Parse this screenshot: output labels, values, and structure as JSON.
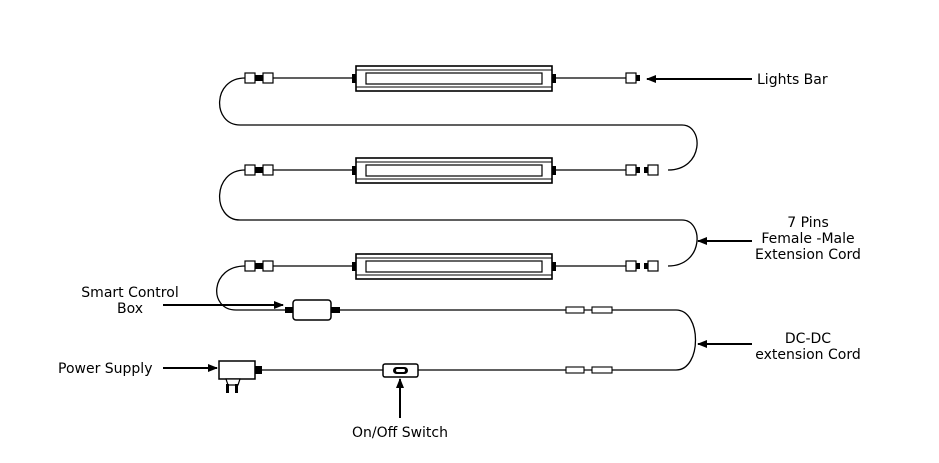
{
  "labels": {
    "lights_bar": "Lights Bar",
    "extension_cord_line1": "7 Pins",
    "extension_cord_line2": "Female -Male",
    "extension_cord_line3": "Extension Cord",
    "smart_control_line1": "Smart Control",
    "smart_control_line2": "Box",
    "dc_extension_line1": "DC-DC",
    "dc_extension_line2": "extension Cord",
    "power_supply": "Power Supply",
    "switch": "On/Off Switch"
  },
  "colors": {
    "line": "#000000",
    "background": "#ffffff"
  }
}
